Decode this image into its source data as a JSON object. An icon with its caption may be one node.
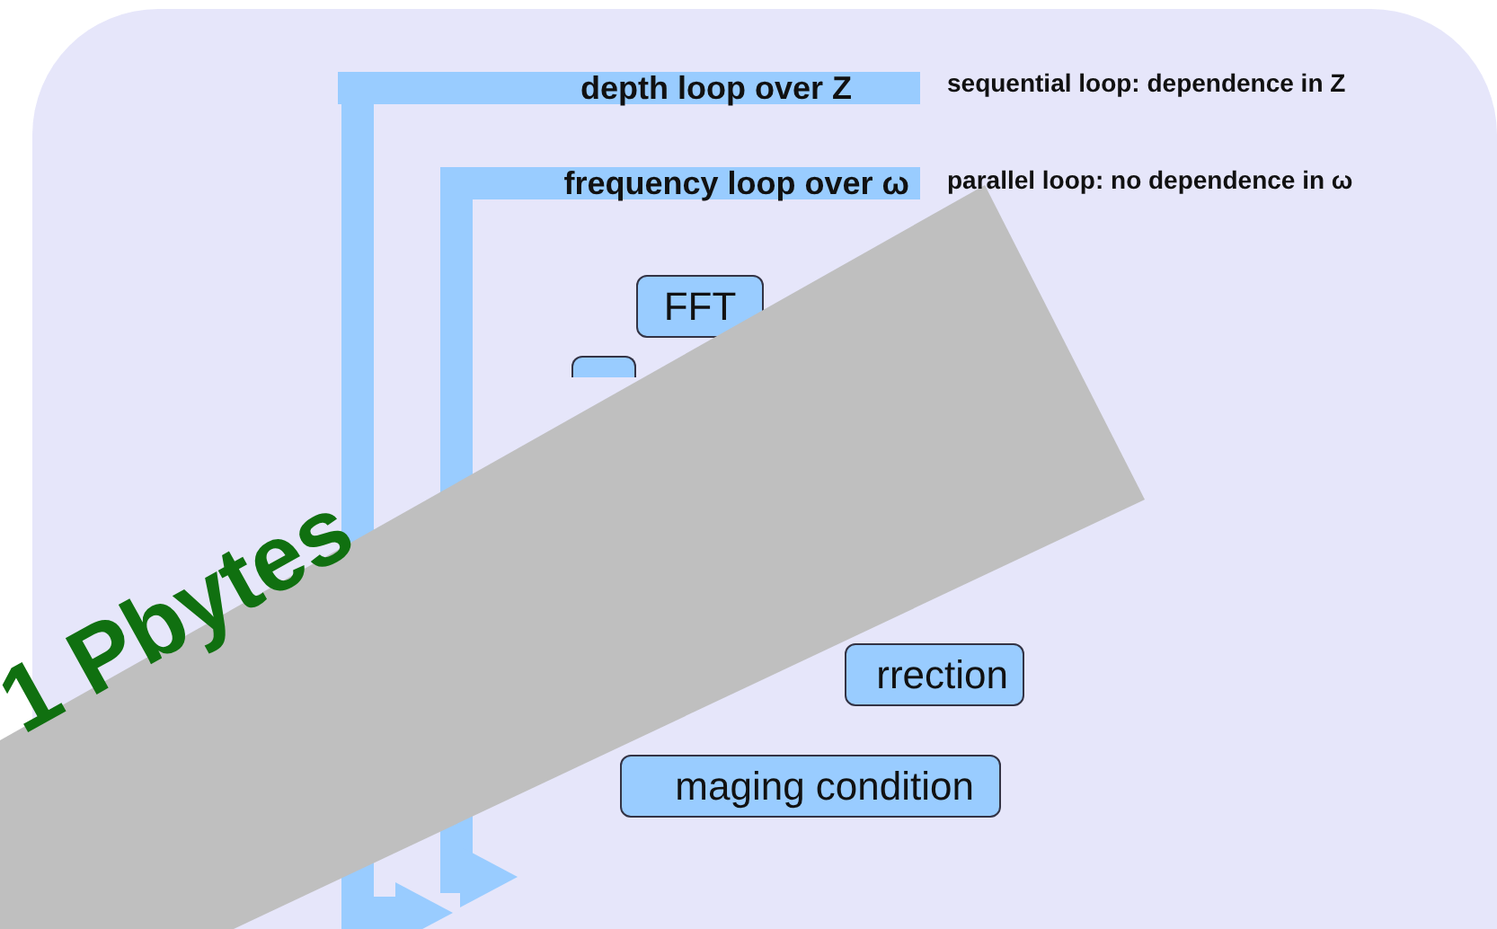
{
  "diagram": {
    "nodes": [
      {
        "text": [
          "depth loop over Z"
        ],
        "beside": [
          "sequential loop: dependence in Z"
        ]
      },
      {
        "text": [
          "frequency loop over ω"
        ],
        "beside": [
          "parallel loop: no dependence in ω"
        ]
      },
      {
        "text": [
          "FFT"
        ]
      },
      {
        "text": [],
        "shape": "box"
      },
      {
        "text": [
          "rrection"
        ]
      },
      {
        "text": [
          "maging condition"
        ]
      }
    ],
    "edges": [
      {
        "from": 0,
        "to": null,
        "arrow": "to"
      },
      {
        "from": 1,
        "to": null,
        "arrow": "to"
      }
    ],
    "labels": [
      "1 Pbytes"
    ]
  }
}
